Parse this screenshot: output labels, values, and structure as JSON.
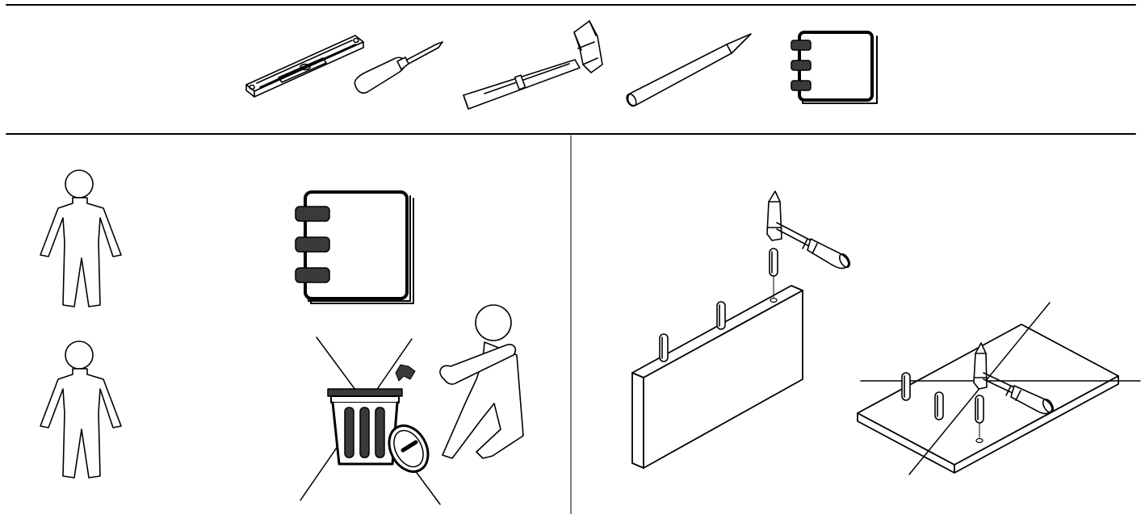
{
  "colors": {
    "line": "#000000",
    "fill": "#ffffff",
    "tab_fill": "#3a3a3a"
  },
  "header": {
    "tools": [
      "spirit-level-icon",
      "screwdriver-icon",
      "hammer-icon",
      "pencil-icon",
      "manual-icon"
    ]
  },
  "left_panel": {
    "people_required": 2,
    "icons": [
      "person-icon",
      "person-icon",
      "manual-icon",
      "no-trash-icon",
      "person-carrying-icon"
    ]
  },
  "right_panel": {
    "steps": [
      "hammer-dowel-into-board-edge",
      "hammer-dowel-into-panel-face"
    ],
    "dowels_on_edge": 3,
    "dowels_on_panel": 3
  }
}
